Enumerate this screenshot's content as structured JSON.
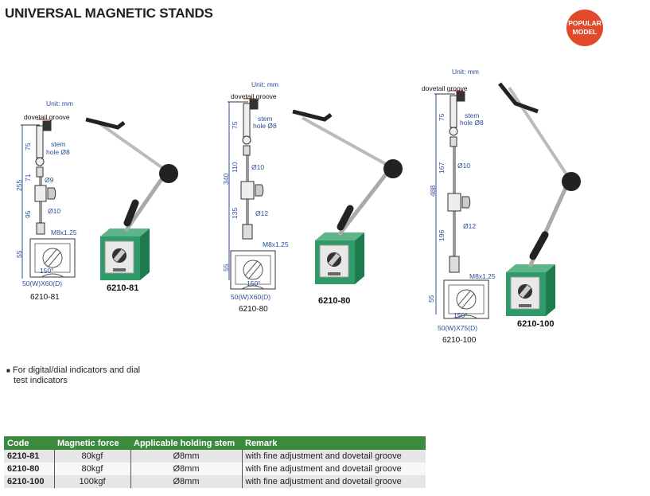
{
  "title": "UNIVERSAL MAGNETIC STANDS",
  "badge": {
    "line1": "POPULAR",
    "line2": "MODEL",
    "color": "#e04a2a"
  },
  "diagrams": [
    {
      "unit": "Unit: mm",
      "dovetail": "dovetail groove",
      "stem1": "stem",
      "stem2": "hole Ø8",
      "total": "255",
      "d1": "75",
      "d2": "71",
      "d3": "95",
      "dia1": "Ø9",
      "dia2": "Ø10",
      "thread": "M8x1.25",
      "base_h": "55",
      "angle": "150°",
      "base_size": "50(W)X60(D)",
      "code": "6210-81"
    },
    {
      "unit": "Unit: mm",
      "dovetail": "dovetail groove",
      "stem1": "stem",
      "stem2": "hole Ø8",
      "total": "340",
      "d1": "75",
      "d2": "110",
      "d3": "135",
      "dia1": "Ø10",
      "dia2": "Ø12",
      "thread": "M8x1.25",
      "base_h": "55",
      "angle": "150°",
      "base_size": "50(W)X60(D)",
      "code": "6210-80"
    },
    {
      "unit": "Unit: mm",
      "dovetail": "dovetail groove",
      "stem1": "stem",
      "stem2": "hole Ø8",
      "total": "488",
      "d1": "75",
      "d2": "167",
      "d3": "196",
      "dia1": "Ø10",
      "dia2": "Ø12",
      "thread": "M8x1.25",
      "base_h": "55",
      "angle": "150°",
      "base_size": "50(W)X75(D)",
      "code": "6210-100"
    }
  ],
  "photos": [
    "6210-81",
    "6210-80",
    "6210-100"
  ],
  "bullet": "For digital/dial indicators and dial test indicators",
  "bullet_line1": "For digital/dial indicators and dial",
  "bullet_line2": "test indicators",
  "table": {
    "headers": [
      "Code",
      "Magnetic force",
      "Applicable holding stem",
      "Remark"
    ],
    "rows": [
      [
        "6210-81",
        "80kgf",
        "Ø8mm",
        "with fine adjustment and dovetail groove"
      ],
      [
        "6210-80",
        "80kgf",
        "Ø8mm",
        "with fine adjustment and dovetail groove"
      ],
      [
        "6210-100",
        "100kgf",
        "Ø8mm",
        "with fine adjustment and dovetail groove"
      ]
    ],
    "header_color": "#3b8a3e"
  }
}
